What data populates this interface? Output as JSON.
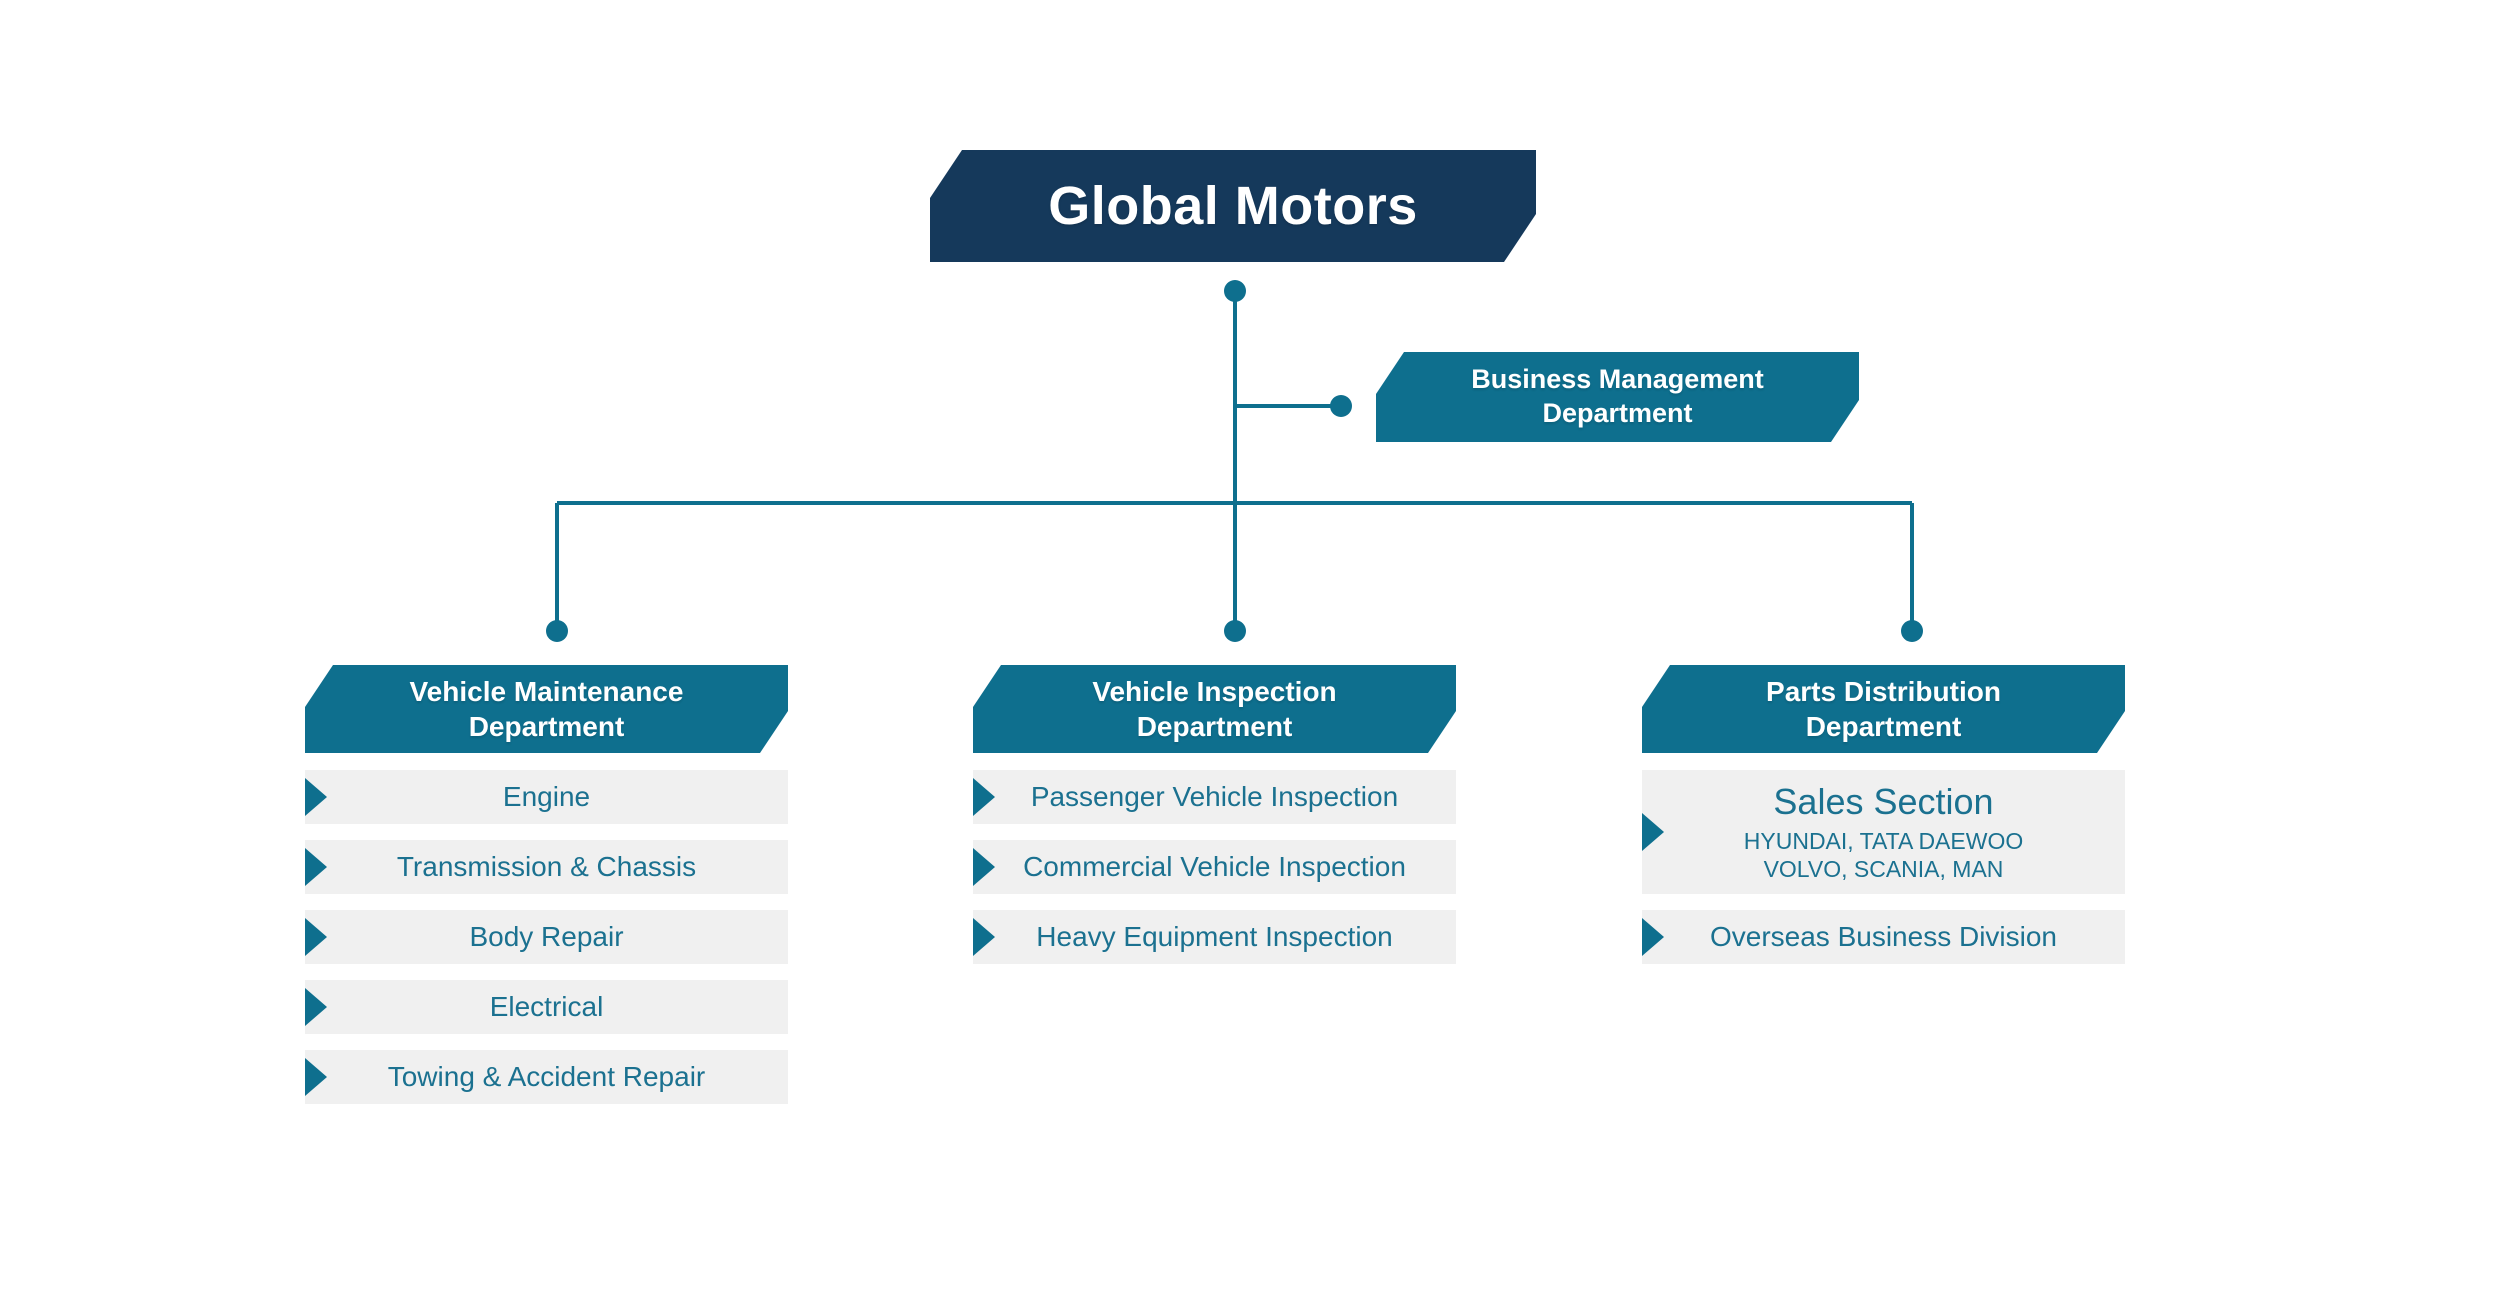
{
  "colors": {
    "navy": "#15395B",
    "teal": "#0E6F8E",
    "row_bg": "#F0F0F0",
    "row_text": "#1B7190",
    "background": "#FFFFFF"
  },
  "root": {
    "title": "Global Motors"
  },
  "staff_department": {
    "name": "Business Management\nDepartment"
  },
  "departments": [
    {
      "name": "Vehicle Maintenance\nDepartment",
      "items": [
        {
          "label": "Engine"
        },
        {
          "label": "Transmission & Chassis"
        },
        {
          "label": "Body Repair"
        },
        {
          "label": "Electrical"
        },
        {
          "label": "Towing & Accident Repair"
        }
      ]
    },
    {
      "name": "Vehicle Inspection\nDepartment",
      "items": [
        {
          "label": "Passenger Vehicle Inspection"
        },
        {
          "label": "Commercial Vehicle Inspection"
        },
        {
          "label": "Heavy Equipment Inspection"
        }
      ]
    },
    {
      "name": "Parts Distribution\nDepartment",
      "items": [
        {
          "label": "Sales Section",
          "sub": "HYUNDAI, TATA DAEWOO\nVOLVO, SCANIA, MAN"
        },
        {
          "label": "Overseas Business Division"
        }
      ]
    }
  ]
}
